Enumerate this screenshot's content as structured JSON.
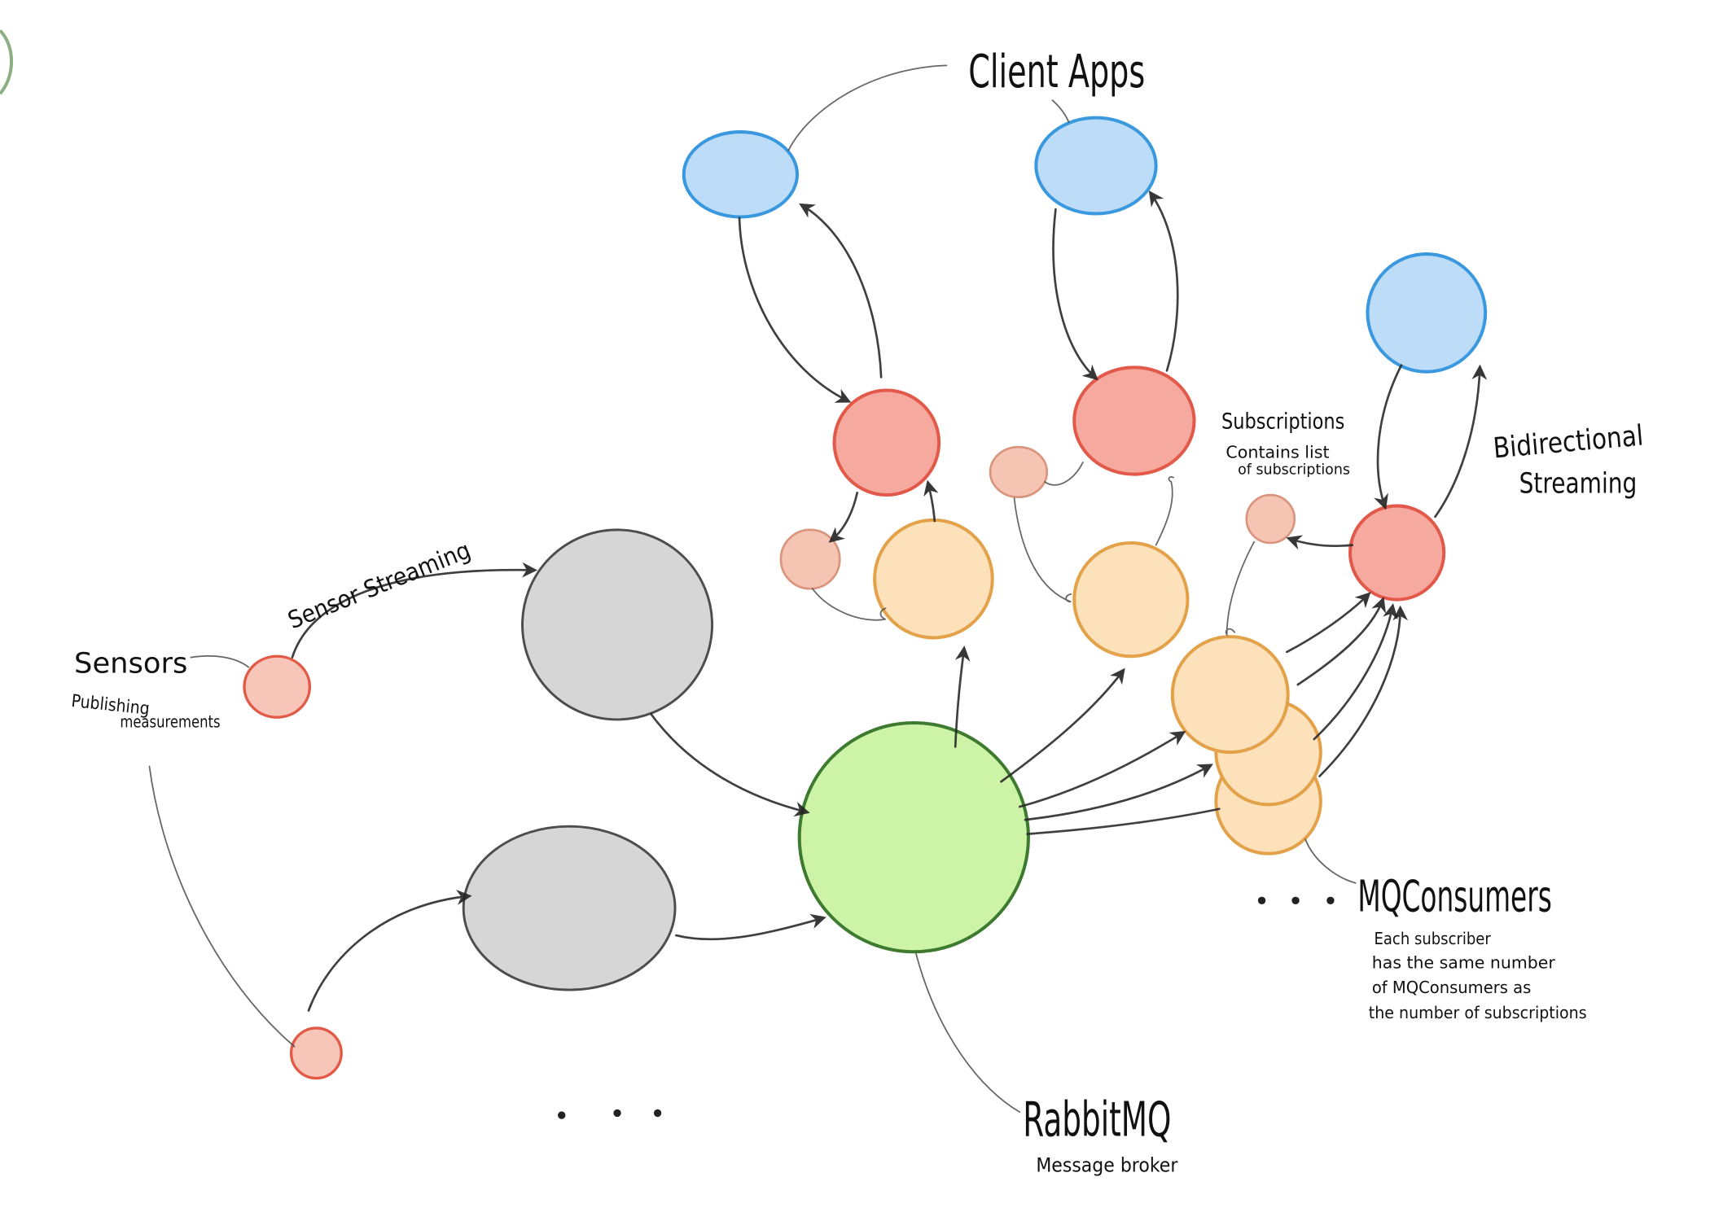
{
  "labels": {
    "client_apps": "Client Apps",
    "subscriptions": "Subscriptions",
    "contains_list": "Contains list",
    "of_subscriptions": "of subscriptions",
    "bidirectional": "Bidirectional",
    "streaming": "Streaming",
    "sensor_streaming": "Sensor Streaming",
    "sensors": "Sensors",
    "publishing": "Publishing",
    "measurements": "measurements",
    "mqconsumers": "MQConsumers",
    "mq_note": [
      "Each subscriber",
      "has the same number",
      "of MQConsumers as",
      "the number of subscriptions"
    ],
    "rabbitmq": "RabbitMQ",
    "message_broker": "Message broker"
  },
  "colors": {
    "ink": "#111111",
    "edge": "#2b2b2b",
    "leader": "#4a4a4a",
    "blue-fill": "#bcdcf7",
    "blue-stroke": "#3a98df",
    "red-fill": "#f6a99e",
    "red-stroke": "#e2594a",
    "salmon-fill": "#f6c4b2",
    "salmon-stroke": "#d9957d",
    "orange-fill": "#fde1bb",
    "orange-stroke": "#e3a24a",
    "gray-fill": "#d6d6d6",
    "gray-stroke": "#4d4d4d",
    "green-fill": "#cdf4a6",
    "green-stroke": "#3e7a2f",
    "sensor-fill": "#f8c5b9",
    "sensor-stroke": "#e25a45"
  }
}
